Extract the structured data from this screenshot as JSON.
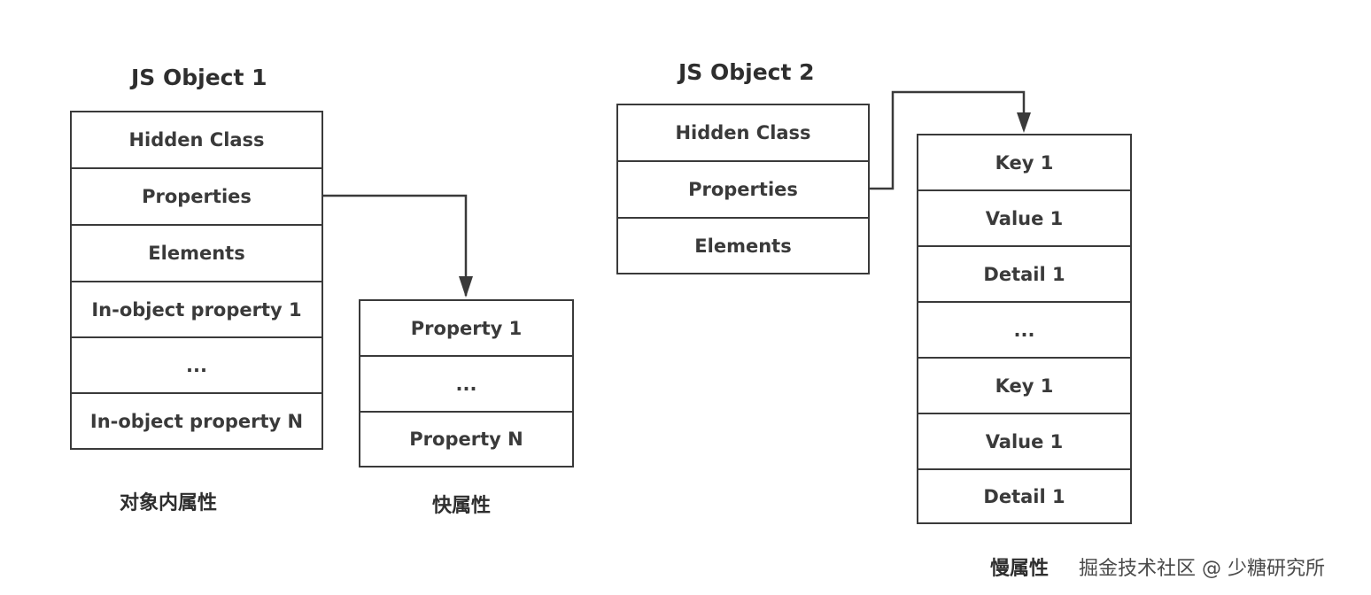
{
  "object1": {
    "title": "JS Object 1",
    "rows": [
      "Hidden Class",
      "Properties",
      "Elements",
      "In-object property 1",
      "...",
      "In-object property N"
    ],
    "caption": "对象内属性"
  },
  "fast_properties": {
    "rows": [
      "Property 1",
      "...",
      "Property N"
    ],
    "caption": "快属性"
  },
  "object2": {
    "title": "JS Object 2",
    "rows": [
      "Hidden Class",
      "Properties",
      "Elements"
    ]
  },
  "slow_properties": {
    "rows": [
      "Key 1",
      "Value 1",
      "Detail 1",
      "...",
      "Key 1",
      "Value 1",
      "Detail 1"
    ],
    "caption": "慢属性"
  },
  "watermark": "掘金技术社区 @ 少糖研究所",
  "colors": {
    "line": "#3a3a3a",
    "text": "#3a3a3a",
    "background": "#ffffff"
  }
}
